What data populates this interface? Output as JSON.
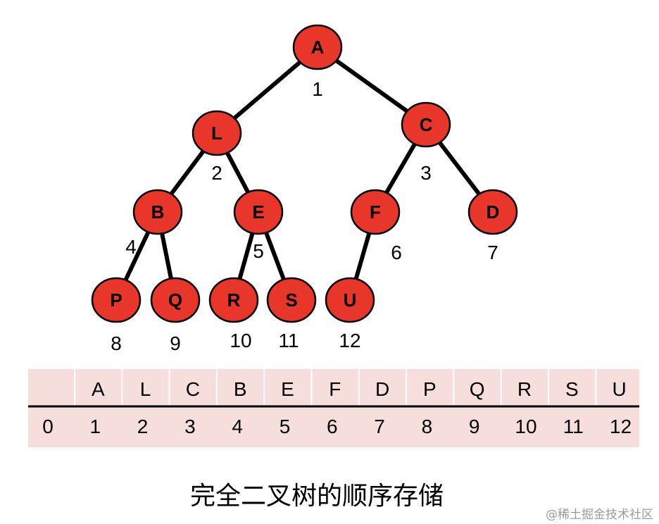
{
  "tree": {
    "nodes": [
      {
        "id": "A",
        "index": "1"
      },
      {
        "id": "L",
        "index": "2"
      },
      {
        "id": "C",
        "index": "3"
      },
      {
        "id": "B",
        "index": "4"
      },
      {
        "id": "E",
        "index": "5"
      },
      {
        "id": "F",
        "index": "6"
      },
      {
        "id": "D",
        "index": "7"
      },
      {
        "id": "P",
        "index": "8"
      },
      {
        "id": "Q",
        "index": "9"
      },
      {
        "id": "R",
        "index": "10"
      },
      {
        "id": "S",
        "index": "11"
      },
      {
        "id": "U",
        "index": "12"
      }
    ],
    "edges": [
      [
        "A",
        "L"
      ],
      [
        "A",
        "C"
      ],
      [
        "L",
        "B"
      ],
      [
        "L",
        "E"
      ],
      [
        "C",
        "F"
      ],
      [
        "C",
        "D"
      ],
      [
        "B",
        "P"
      ],
      [
        "B",
        "Q"
      ],
      [
        "E",
        "R"
      ],
      [
        "E",
        "S"
      ],
      [
        "F",
        "U"
      ]
    ]
  },
  "array": {
    "values": [
      "",
      "A",
      "L",
      "C",
      "B",
      "E",
      "F",
      "D",
      "P",
      "Q",
      "R",
      "S",
      "U"
    ],
    "indices": [
      "0",
      "1",
      "2",
      "3",
      "4",
      "5",
      "6",
      "7",
      "8",
      "9",
      "10",
      "11",
      "12"
    ]
  },
  "caption": "完全二叉树的顺序存储",
  "watermark": "@稀土掘金技术社区",
  "colors": {
    "node_fill": "#e8362b",
    "node_stroke": "#000000",
    "edge": "#000000",
    "table_bg": "#f6dedd",
    "cell_divider": "#ffffff",
    "table_rule": "#000000"
  }
}
